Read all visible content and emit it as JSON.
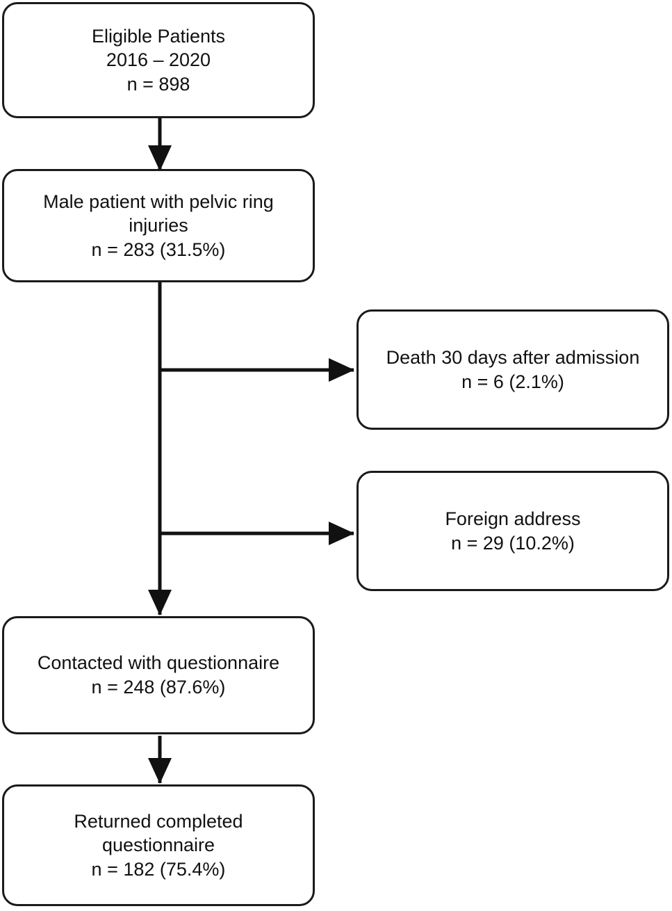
{
  "figure": {
    "type": "flowchart",
    "orientation": "top-to-bottom with right-side exclusion branches",
    "background_color": "#ffffff",
    "line_color": "#1a1a1a",
    "text_color": "#111111"
  },
  "nodes": {
    "eligible_patients": {
      "title": "Eligible Patients",
      "period": "2016 – 2020",
      "count": "n = 898"
    },
    "male_pelvic_ring": {
      "title_line1": "Male patient with pelvic ring",
      "title_line2": "injuries",
      "count": "n = 283 (31.5%)"
    },
    "death_30_days": {
      "title": "Death 30 days after admission",
      "count": "n = 6 (2.1%)"
    },
    "foreign_address": {
      "title": "Foreign address",
      "count": "n = 29 (10.2%)"
    },
    "contacted": {
      "title": "Contacted with questionnaire",
      "count": "n = 248 (87.6%)"
    },
    "returned_completed": {
      "title_line1": "Returned completed",
      "title_line2": "questionnaire",
      "count": "n = 182 (75.4%)"
    }
  },
  "connectors": [
    {
      "name": "eligible-to-male",
      "from": "eligible_patients",
      "to": "male_pelvic_ring",
      "direction": "down"
    },
    {
      "name": "male-to-death",
      "from": "male_pelvic_ring",
      "to": "death_30_days",
      "direction": "right"
    },
    {
      "name": "male-to-foreign",
      "from": "male_pelvic_ring",
      "to": "foreign_address",
      "direction": "right"
    },
    {
      "name": "male-to-contacted",
      "from": "male_pelvic_ring",
      "to": "contacted",
      "direction": "down"
    },
    {
      "name": "contacted-to-returned",
      "from": "contacted",
      "to": "returned_completed",
      "direction": "down"
    }
  ]
}
